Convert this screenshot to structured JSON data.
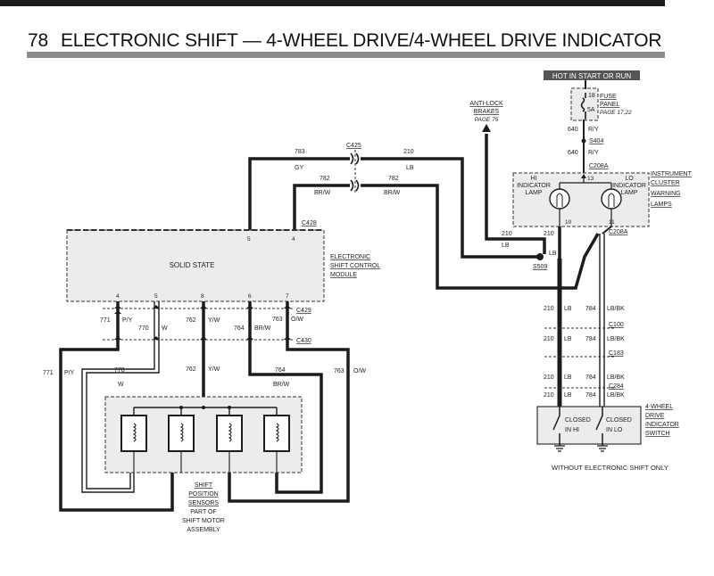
{
  "page": {
    "number": "78",
    "title": "ELECTRONIC SHIFT — 4-WHEEL DRIVE/4-WHEEL DRIVE INDICATOR"
  },
  "labels": {
    "hot": "HOT IN START OR RUN",
    "fuse_num": "18",
    "fuse_amp": "5A",
    "fuse_l1": "FUSE",
    "fuse_l2": "PANEL",
    "fuse_l3": "PAGE 17,22",
    "w640a": "640",
    "c640a": "R/Y",
    "s404": "S404",
    "w640b": "640",
    "c640b": "R/Y",
    "c208a_top": "C208A",
    "pin13": "13",
    "abs1": "ANTI-LOCK",
    "abs2": "BRAKES",
    "abs3": "PAGE 75",
    "inst1": "INSTRUMENT",
    "inst2": "CLUSTER",
    "inst3": "WARNING",
    "inst4": "LAMPS",
    "hi1": "HI",
    "hi2": "INDICATOR",
    "hi3": "LAMP",
    "lo1": "LO",
    "lo2": "INDICATOR",
    "lo3": "LAMP",
    "pin10": "10",
    "pin11": "11",
    "c208a_bot": "C208A",
    "w210_m": "210",
    "c210_m": "LB",
    "w210_s": "210",
    "c210_s": "LB",
    "s509": "S509",
    "w783": "783",
    "c783": "GY",
    "c425": "C425",
    "w210_top": "210",
    "c210_top": "LB",
    "w782a": "782",
    "c782a": "BR/W",
    "w782b": "782",
    "c782b": "BR/W",
    "c428": "C428",
    "mpin5": "5",
    "mpin4": "4",
    "module_text": "SOLID STATE",
    "esc1": "ELECTRONIC",
    "esc2": "SHIFT CONTROL",
    "esc3": "MODULE",
    "bp4": "4",
    "bp5": "5",
    "bp8": "8",
    "bp6": "6",
    "bp7": "7",
    "c429": "C429",
    "w771": "771",
    "c771": "P/Y",
    "w770": "770",
    "c770": "W",
    "w762": "762",
    "c762": "Y/W",
    "w764": "764",
    "c764": "BR/W",
    "w763": "763",
    "c763": "O/W",
    "c430": "C430",
    "w771b": "771",
    "c771b": "P/Y",
    "w770b": "770",
    "c770b": "W",
    "w762b": "762",
    "c762b": "Y/W",
    "w764b": "764",
    "c764b": "BR/W",
    "w763b": "763",
    "c763b": "O/W",
    "sp1": "SHIFT",
    "sp2": "POSITION",
    "sp3": "SENSORS",
    "sp4": "PART OF",
    "sp5": "SHIFT MOTOR",
    "sp6": "ASSEMBLY",
    "r1_210": "210",
    "r1_lb": "LB",
    "r1_784": "784",
    "r1_lbbk": "LB/BK",
    "c100": "C100",
    "r2_210": "210",
    "r2_lb": "LB",
    "r2_784": "784",
    "r2_lbbk": "LB/BK",
    "c183": "C183",
    "r3_210": "210",
    "r3_lb": "LB",
    "r3_784": "784",
    "r3_lbbk": "LB/BK",
    "c284": "C284",
    "r4_210": "210",
    "r4_lb": "LB",
    "r4_784": "784",
    "r4_lbbk": "LB/BK",
    "chi1": "CLOSED",
    "chi2": "IN HI",
    "clo1": "CLOSED",
    "clo2": "IN LO",
    "sw1": "4-WHEEL",
    "sw2": "DRIVE",
    "sw3": "INDICATOR",
    "sw4": "SWITCH",
    "footnote": "WITHOUT ELECTRONIC SHIFT ONLY"
  },
  "colors": {
    "wire": "#1c1c1c",
    "box_fill": "#ececec",
    "dash": "#333333",
    "hot_bg": "#555555"
  }
}
